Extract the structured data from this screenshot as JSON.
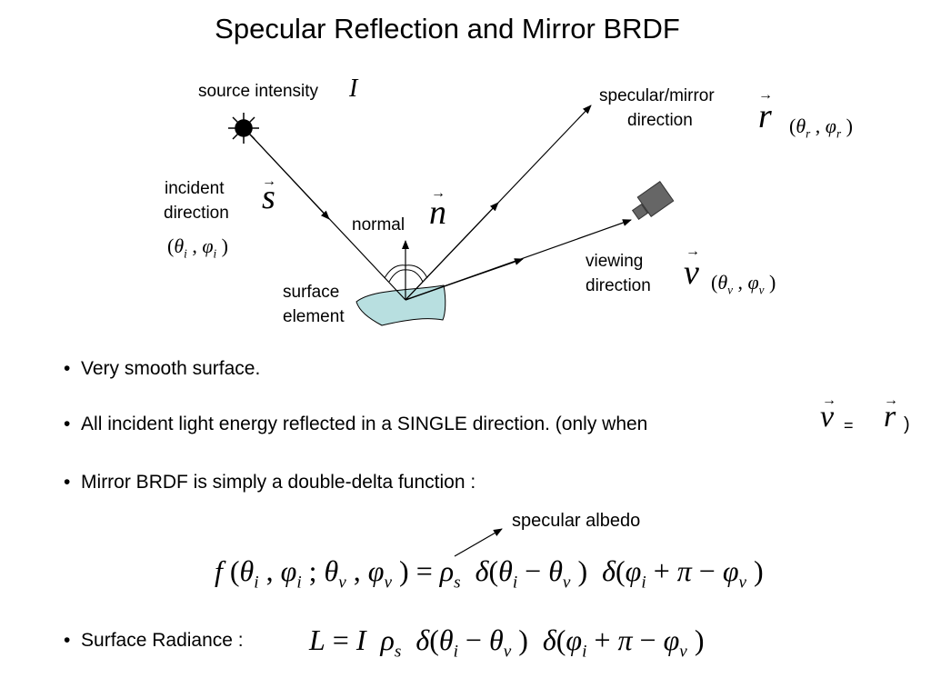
{
  "title": "Specular Reflection and Mirror BRDF",
  "diagram": {
    "source_label": "source intensity",
    "source_symbol": "I",
    "incident_label_1": "incident",
    "incident_label_2": "direction",
    "incident_symbol": "s",
    "incident_angles": "(θi , φi )",
    "normal_label": "normal",
    "normal_symbol": "n",
    "surface_label_1": "surface",
    "surface_label_2": "element",
    "specular_label_1": "specular/mirror",
    "specular_label_2": "direction",
    "specular_symbol": "r",
    "specular_angles": "(θr , φr )",
    "viewing_label_1": "viewing",
    "viewing_label_2": "direction",
    "viewing_symbol": "v",
    "viewing_angles": "(θv , φv )",
    "icons": [
      "sun-icon",
      "camera-icon"
    ],
    "colors": {
      "surface_fill": "#b8dfe0",
      "camera_fill": "#666666"
    }
  },
  "bullets": {
    "b1": "Very smooth surface.",
    "b2": "All incident light energy reflected in a SINGLE direction.  (only when",
    "b2_v": "v",
    "b2_equals": "=",
    "b2_r": "r",
    "b2_close": ")",
    "b3": "Mirror BRDF is simply a double-delta function :",
    "b4": "Surface Radiance :"
  },
  "albedo_label": "specular albedo",
  "equations": {
    "brdf": "f (θi , φi ; θv , φv ) = ρs  δ(θi − θv )  δ(φi + π − φv )",
    "radiance": "L = I  ρs  δ(θi − θv )  δ(φi + π − φv )"
  }
}
